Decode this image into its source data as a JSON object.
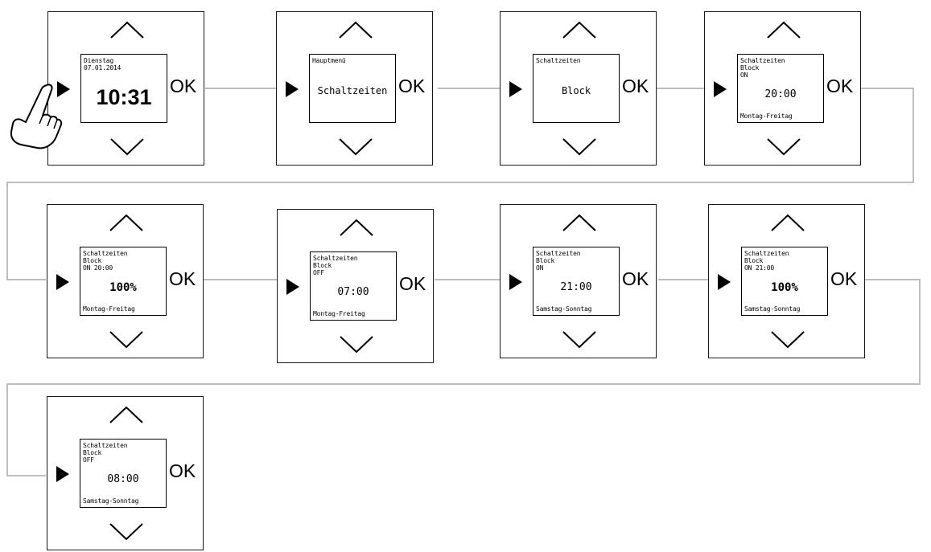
{
  "ok_label": "OK",
  "panels": [
    {
      "id": "p1",
      "title": "Dienstag",
      "line2": "07.01.2014",
      "value": "10:31"
    },
    {
      "id": "p2",
      "title": "Hauptmenü",
      "value": "Schaltzeiten"
    },
    {
      "id": "p3",
      "title": "Schaltzeiten",
      "value": "Block"
    },
    {
      "id": "p4",
      "title": "Schaltzeiten",
      "line2": "Block",
      "line3": "ON",
      "value": "20:00",
      "footer": "Montag-Freitag"
    },
    {
      "id": "p5",
      "title": "Schaltzeiten",
      "line2": "Block",
      "line3": "ON 20:00",
      "value": "100%",
      "footer": "Montag-Freitag"
    },
    {
      "id": "p6",
      "title": "Schaltzeiten",
      "line2": "Block",
      "line3": "OFF",
      "value": "07:00",
      "footer": "Montag-Freitag"
    },
    {
      "id": "p7",
      "title": "Schaltzeiten",
      "line2": "Block",
      "line3": "ON",
      "value": "21:00",
      "footer": "Samstag-Sonntag"
    },
    {
      "id": "p8",
      "title": "Schaltzeiten",
      "line2": "Block",
      "line3": "ON 21:00",
      "value": "100%",
      "footer": "Samstag-Sonntag"
    },
    {
      "id": "p9",
      "title": "Schaltzeiten",
      "line2": "Block",
      "line3": "OFF",
      "value": "08:00",
      "footer": "Samstag-Sonntag"
    }
  ]
}
